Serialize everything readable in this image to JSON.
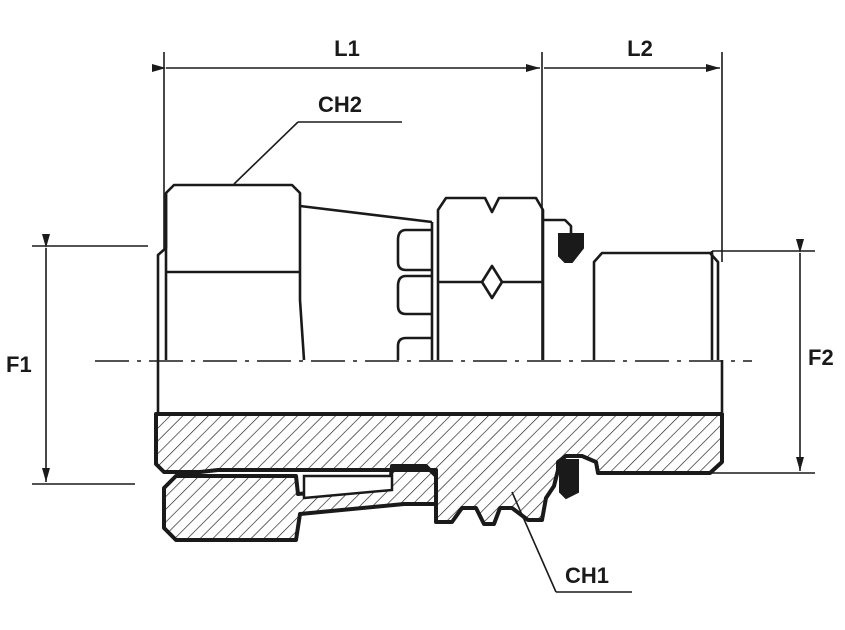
{
  "labels": {
    "l1": "L1",
    "l2": "L2",
    "ch2": "CH2",
    "ch1": "CH1",
    "f1": "F1",
    "f2": "F2"
  }
}
